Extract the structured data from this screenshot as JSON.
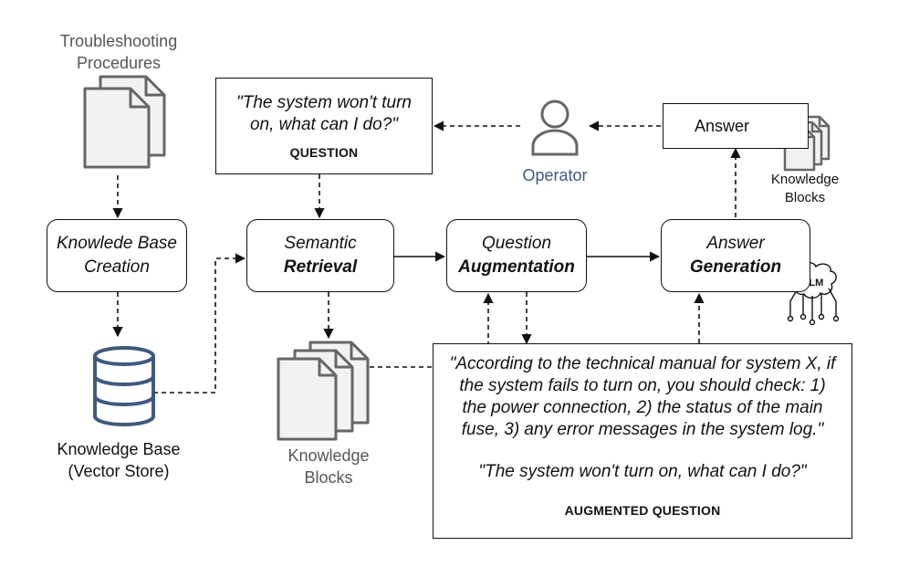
{
  "sources": {
    "procedures_label": [
      "Troubleshooting",
      "Procedures"
    ],
    "knowledge_base_label": [
      "Knowledge Base",
      "(Vector Store)"
    ],
    "retrieved_blocks_label": [
      "Knowledge",
      "Blocks"
    ],
    "answer_blocks_label": [
      "Knowledge",
      "Blocks"
    ],
    "operator_label": "Operator",
    "llm_badge": "LLM"
  },
  "steps": {
    "kb_creation": [
      "Knowlede Base",
      "Creation"
    ],
    "retrieval": [
      "Semantic",
      "Retrieval"
    ],
    "augmentation": [
      "Question",
      "Augmentation"
    ],
    "generation": [
      "Answer",
      "Generation"
    ]
  },
  "question_box": {
    "lines": [
      "\"The system won't turn",
      "on, what can I do?\""
    ],
    "caption": "QUESTION"
  },
  "answer_box": {
    "label": "Answer"
  },
  "augmented_box": {
    "lines": [
      "\"According to the technical manual for system X, if",
      "the system fails to turn on, you should check: 1)",
      "the power connection, 2) the status of the main",
      "fuse, 3) any error messages in the system log.\""
    ],
    "question_line": "\"The system won't turn on, what can I do?\"",
    "caption": "AUGMENTED QUESTION"
  },
  "colors": {
    "stroke": "#111111",
    "doc_fill": "#f2f2f2",
    "doc_stroke": "#666666",
    "db_stroke": "#3f5a7d",
    "operator_stroke": "#666666"
  }
}
